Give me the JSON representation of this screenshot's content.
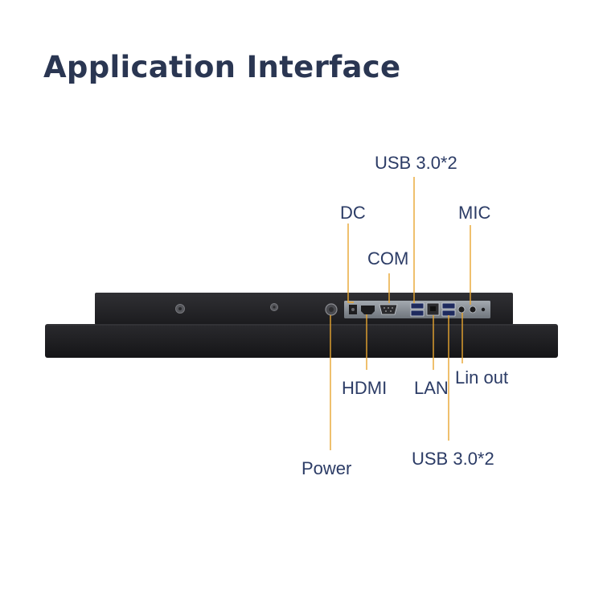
{
  "title": "Application Interface",
  "colors": {
    "title": "#2a3652",
    "label": "#2c3c66",
    "leader_line": "#e8a630",
    "device_body": "#1d1d20",
    "port_panel": "#8a9097"
  },
  "labels": {
    "usb_top": "USB 3.0*2",
    "dc": "DC",
    "mic": "MIC",
    "com": "COM",
    "hdmi": "HDMI",
    "lan": "LAN",
    "lin_out": "Lin out",
    "usb_bottom": "USB 3.0*2",
    "power": "Power"
  }
}
